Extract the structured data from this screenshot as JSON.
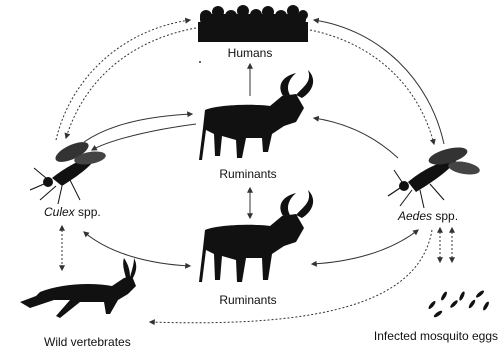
{
  "labels": {
    "humans": "Humans",
    "ruminants_top": "Ruminants",
    "ruminants_bottom": "Ruminants",
    "culex_genus": "Culex",
    "culex_suffix": " spp.",
    "aedes_genus": "Aedes",
    "aedes_suffix": " spp.",
    "wild_vertebrates": "Wild vertebrates",
    "infected_eggs": "Infected mosquito eggs"
  },
  "icons": {
    "humans": "crowd-silhouette-icon",
    "ruminant": "cattle-silhouette-icon",
    "mosquito": "mosquito-icon",
    "antelope": "antelope-icon",
    "eggs": "mosquito-eggs-icon"
  },
  "colors": {
    "ink": "#111111",
    "arrow": "#333333",
    "background": "#ffffff"
  }
}
